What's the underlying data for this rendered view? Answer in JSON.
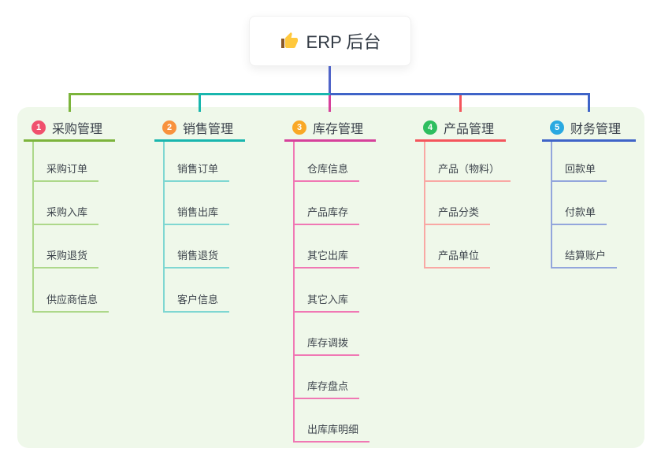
{
  "root": {
    "label": "ERP 后台",
    "icon": "thumbs-up-icon",
    "connector_color": "#5064C8",
    "text_color": "#333B45"
  },
  "canvas": {
    "background": "#FFFFFF",
    "panel_background": "#EFF8EA"
  },
  "branches": [
    {
      "num": "1",
      "label": "采购管理",
      "colors": {
        "badge": "#F0506E",
        "line": "#7CB43C",
        "light": "#ADD88A"
      },
      "children": [
        "采购订单",
        "采购入库",
        "采购退货",
        "供应商信息"
      ]
    },
    {
      "num": "2",
      "label": "销售管理",
      "colors": {
        "badge": "#F8923E",
        "line": "#19B6AE",
        "light": "#7FD7D2"
      },
      "children": [
        "销售订单",
        "销售出库",
        "销售退货",
        "客户信息"
      ]
    },
    {
      "num": "3",
      "label": "库存管理",
      "colors": {
        "badge": "#F9A826",
        "line": "#D6419B",
        "light": "#F078B4"
      },
      "children": [
        "仓库信息",
        "产品库存",
        "其它出库",
        "其它入库",
        "库存调拨",
        "库存盘点",
        "出库库明细"
      ]
    },
    {
      "num": "4",
      "label": "产品管理",
      "colors": {
        "badge": "#2EBE5F",
        "line": "#F4555C",
        "light": "#F9A8A4"
      },
      "children": [
        "产品（物料）",
        "产品分类",
        "产品单位"
      ]
    },
    {
      "num": "5",
      "label": "财务管理",
      "colors": {
        "badge": "#29A9E1",
        "line": "#3F64C8",
        "light": "#93A6DC"
      },
      "children": [
        "回款单",
        "付款单",
        "结算账户"
      ]
    }
  ]
}
